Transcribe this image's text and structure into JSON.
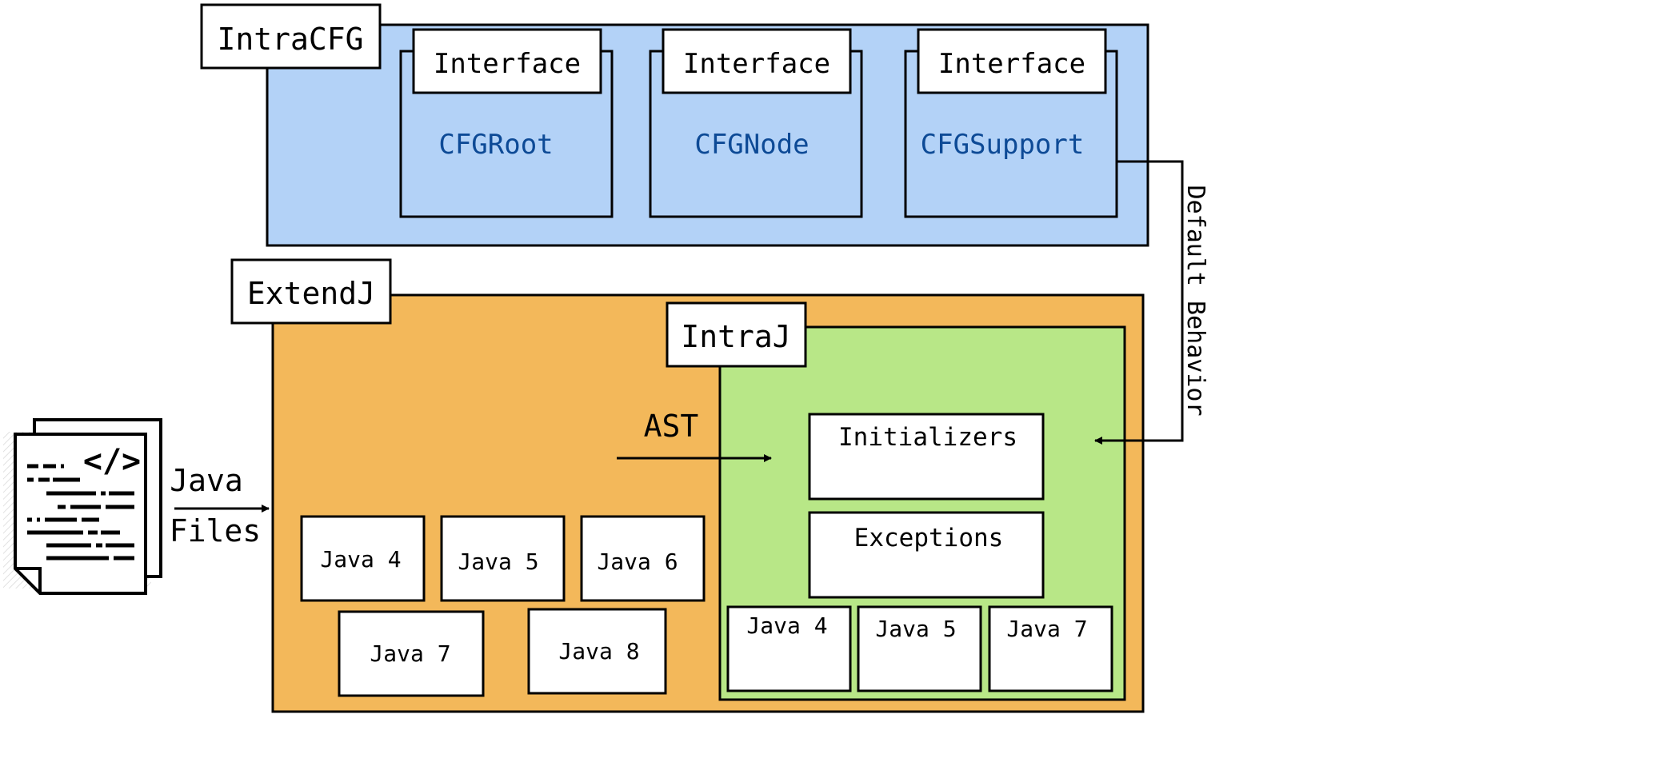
{
  "colors": {
    "intracfg_fill": "#b3d2f7",
    "extendj_fill": "#f3b85a",
    "intraj_fill": "#b8e787",
    "cfg_text": "#0d4a96",
    "stroke": "#000000",
    "box_fill": "#ffffff"
  },
  "intracfg": {
    "title": "IntraCFG",
    "interfaces": [
      {
        "tag": "Interface",
        "name": "CFGRoot"
      },
      {
        "tag": "Interface",
        "name": "CFGNode"
      },
      {
        "tag": "Interface",
        "name": "CFGSupport"
      }
    ]
  },
  "extendj": {
    "title": "ExtendJ",
    "java_versions": [
      "Java 4",
      "Java 5",
      "Java 6",
      "Java 7",
      "Java 8"
    ]
  },
  "intraj": {
    "title": "IntraJ",
    "modules": [
      "Initializers",
      "Exceptions"
    ],
    "java_versions": [
      "Java 4",
      "Java 5",
      "Java 7"
    ]
  },
  "edges": {
    "java_files_line1": "Java",
    "java_files_line2": "Files",
    "ast": "AST",
    "default_behavior": "Default Behavior"
  },
  "icons": {
    "source_file": "source-code-file-icon"
  }
}
